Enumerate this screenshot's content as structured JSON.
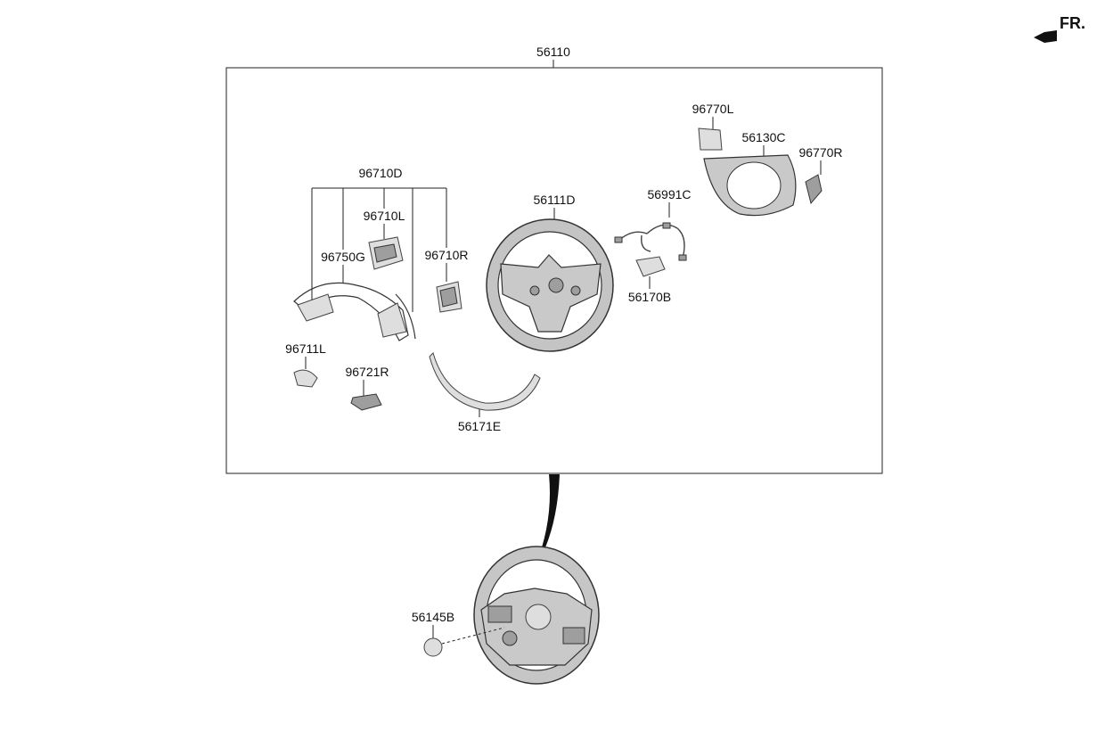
{
  "direction_label": "FR.",
  "assembly": {
    "number": "56110"
  },
  "parts": {
    "bezel_group": "96710D",
    "switch_left": "96710L",
    "switch_right": "96710R",
    "bezel_trim": "96750G",
    "cover_left": "96711L",
    "cover_right": "96721R",
    "wheel": "56111D",
    "garnish": "56171E",
    "wiring": "56991C",
    "switch_heat": "56170B",
    "rear_cover": "56130C",
    "paddle_left": "96770L",
    "paddle_right": "96770R",
    "badge": "56145B"
  }
}
